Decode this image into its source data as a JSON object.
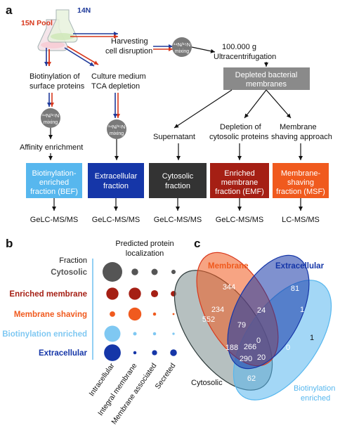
{
  "colors": {
    "red": "#d8381c",
    "blue": "#1f3a9a",
    "gray_circle": "#7a7a7a",
    "bef": "#57b7ee",
    "extracellular": "#1536a8",
    "cytosolic": "#333333",
    "emf": "#a51f14",
    "msf": "#f05a1e",
    "depleted_box": "#8a8a8a"
  },
  "panel_a": {
    "label": "a",
    "pool15": "15N Pool",
    "n14": "14N",
    "harvest1": "Harvesting",
    "harvest2": "cell disruption",
    "mixing_circle": "14N/15N mixing",
    "ultra1": "100.000 g",
    "ultra2": "Ultracentrifugation",
    "depleted1": "Depleted bacterial",
    "depleted2": "membranes",
    "biotin1": "Biotinylation of",
    "biotin2": "surface proteins",
    "culture1": "Culture medium",
    "culture2": "TCA depletion",
    "affinity": "Affinity enrichment",
    "supernatant": "Supernatant",
    "depletion1": "Depletion of",
    "depletion2": "cytosolic proteins",
    "shaving1": "Membrane",
    "shaving2": "shaving approach",
    "boxes": [
      {
        "l1": "Biotinylation-",
        "l2": "enriched",
        "l3": "fraction (BEF)"
      },
      {
        "l1": "Extracellular",
        "l2": "fraction",
        "l3": ""
      },
      {
        "l1": "Cytosolic",
        "l2": "fraction",
        "l3": ""
      },
      {
        "l1": "Enriched",
        "l2": "membrane",
        "l3": "fraction (EMF)"
      },
      {
        "l1": "Membrane-",
        "l2": "shaving",
        "l3": "fraction (MSF)"
      }
    ],
    "ms": [
      "GeLC-MS/MS",
      "GeLC-MS/MS",
      "GeLC-MS/MS",
      "GeLC-MS/MS",
      "LC-MS/MS"
    ]
  },
  "panel_b": {
    "label": "b",
    "fraction_header": "Fraction",
    "title1": "Predicted protein",
    "title2": "localization",
    "chart_data": {
      "type": "bubble",
      "rows": [
        "Cytosolic",
        "Enriched membrane",
        "Membrane shaving",
        "Biotinylation enriched",
        "Extracellular"
      ],
      "row_colors": [
        "#555555",
        "#a51f14",
        "#f05a1e",
        "#7fc8f2",
        "#1536a8"
      ],
      "columns": [
        "Intracellular",
        "Integral membrane",
        "Membrane associated",
        "Secreted"
      ],
      "relative_sizes": [
        [
          1.0,
          0.34,
          0.32,
          0.22
        ],
        [
          0.62,
          0.62,
          0.36,
          0.28
        ],
        [
          0.28,
          0.66,
          0.16,
          0.1
        ],
        [
          0.82,
          0.18,
          0.16,
          0.12
        ],
        [
          0.85,
          0.16,
          0.26,
          0.34
        ]
      ]
    }
  },
  "panel_c": {
    "label": "c",
    "chart_data": {
      "type": "venn",
      "sets": [
        "Membrane",
        "Extracellular",
        "Cytosolic",
        "Biotinylation enriched"
      ],
      "set_label_lines": [
        [
          "Membrane"
        ],
        [
          "Extracellular"
        ],
        [
          "Cytosolic"
        ],
        [
          "Biotinylation",
          "enriched"
        ]
      ],
      "colors": [
        "#f05a1e",
        "#1536a8",
        "#7a8c8c",
        "#57b7ee"
      ],
      "counts": [
        "344",
        "81",
        "1",
        "552",
        "234",
        "24",
        "1",
        "79",
        "0",
        "188",
        "266",
        "0",
        "290",
        "20",
        "62"
      ]
    }
  }
}
